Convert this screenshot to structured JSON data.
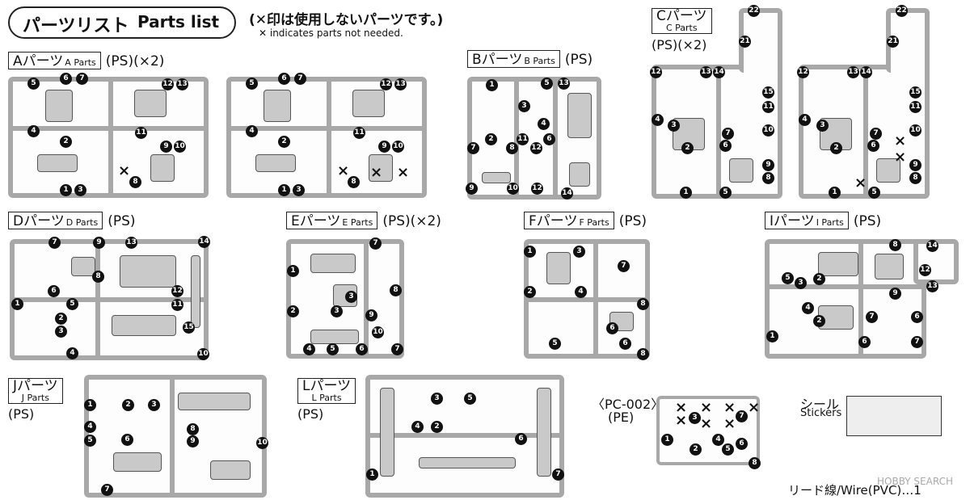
{
  "header": {
    "title_ja": "パーツリスト",
    "title_en": "Parts list",
    "note_ja": "(✕印は使用しないパーツです。)",
    "note_en": "✕ indicates parts not needed."
  },
  "runners": {
    "A": {
      "label_ja": "Aパーツ",
      "label_en": "A Parts",
      "extra": "(PS)(×2)"
    },
    "B": {
      "label_ja": "Bパーツ",
      "label_en": "B Parts",
      "extra": "(PS)"
    },
    "C": {
      "label_ja": "Cパーツ",
      "label_en": "C Parts",
      "extra": "(PS)(×2)"
    },
    "D": {
      "label_ja": "Dパーツ",
      "label_en": "D Parts",
      "extra": "(PS)"
    },
    "E": {
      "label_ja": "Eパーツ",
      "label_en": "E Parts",
      "extra": "(PS)(×2)"
    },
    "F": {
      "label_ja": "Fパーツ",
      "label_en": "F Parts",
      "extra": "(PS)"
    },
    "I": {
      "label_ja": "Iパーツ",
      "label_en": "I Parts",
      "extra": "(PS)"
    },
    "J": {
      "label_ja": "Jパーツ",
      "label_en": "J Parts",
      "extra": "(PS)"
    },
    "L": {
      "label_ja": "Lパーツ",
      "label_en": "L Parts",
      "extra": "(PS)"
    }
  },
  "pc002": {
    "label": "〈PC-002〉",
    "material": "(PE)"
  },
  "stickers": {
    "label_ja": "シール",
    "label_en": "Stickers"
  },
  "wire": {
    "label": "リード線/Wire(PVC)…1"
  },
  "watermark": {
    "text": "HOBBY SEARCH"
  },
  "numbers": {
    "n1": "1",
    "n2": "2",
    "n3": "3",
    "n4": "4",
    "n5": "5",
    "n6": "6",
    "n7": "7",
    "n8": "8",
    "n9": "9",
    "n10": "10",
    "n11": "11",
    "n12": "12",
    "n13": "13",
    "n14": "14",
    "n15": "15",
    "n21": "21",
    "n22": "22"
  },
  "x_mark": "×"
}
